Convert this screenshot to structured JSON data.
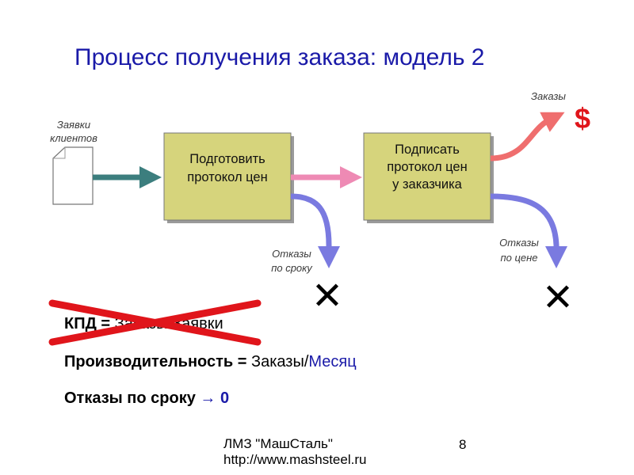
{
  "slide": {
    "title": "Процесс получения заказа: модель 2",
    "page_number": "8"
  },
  "diagram": {
    "input_label_line1": "Заявки",
    "input_label_line2": "клиентов",
    "step1": {
      "line1": "Подготовить",
      "line2": "протокол цен"
    },
    "step2": {
      "line1": "Подписать",
      "line2": "протокол цен",
      "line3": "у заказчика"
    },
    "output_orders_label": "Заказы",
    "output_symbol": "$",
    "reject1_line1": "Отказы",
    "reject1_line2": "по сроку",
    "reject2_line1": "Отказы",
    "reject2_line2": "по цене",
    "reject_mark": "✕"
  },
  "formulas": {
    "kpd_label": "КПД =",
    "kpd_value": "Заказы/Заявки",
    "productivity_label": "Производительность =",
    "productivity_value_1": "Заказы/",
    "productivity_value_2": "Месяц",
    "rejects_label": "Отказы по сроку",
    "rejects_arrow": "→",
    "rejects_value": "0"
  },
  "footer": {
    "org": "ЛМЗ \"МашСталь\"",
    "url": "http://www.mashsteel.ru"
  },
  "colors": {
    "title": "#1a1aa8",
    "box_fill": "#d6d47c",
    "arrow_input": "#3c7e7e",
    "arrow_between": "#ee8ab4",
    "arrow_orders": "#ef6e6e",
    "arrow_reject": "#7a7ae0",
    "strike": "#e0151b"
  }
}
